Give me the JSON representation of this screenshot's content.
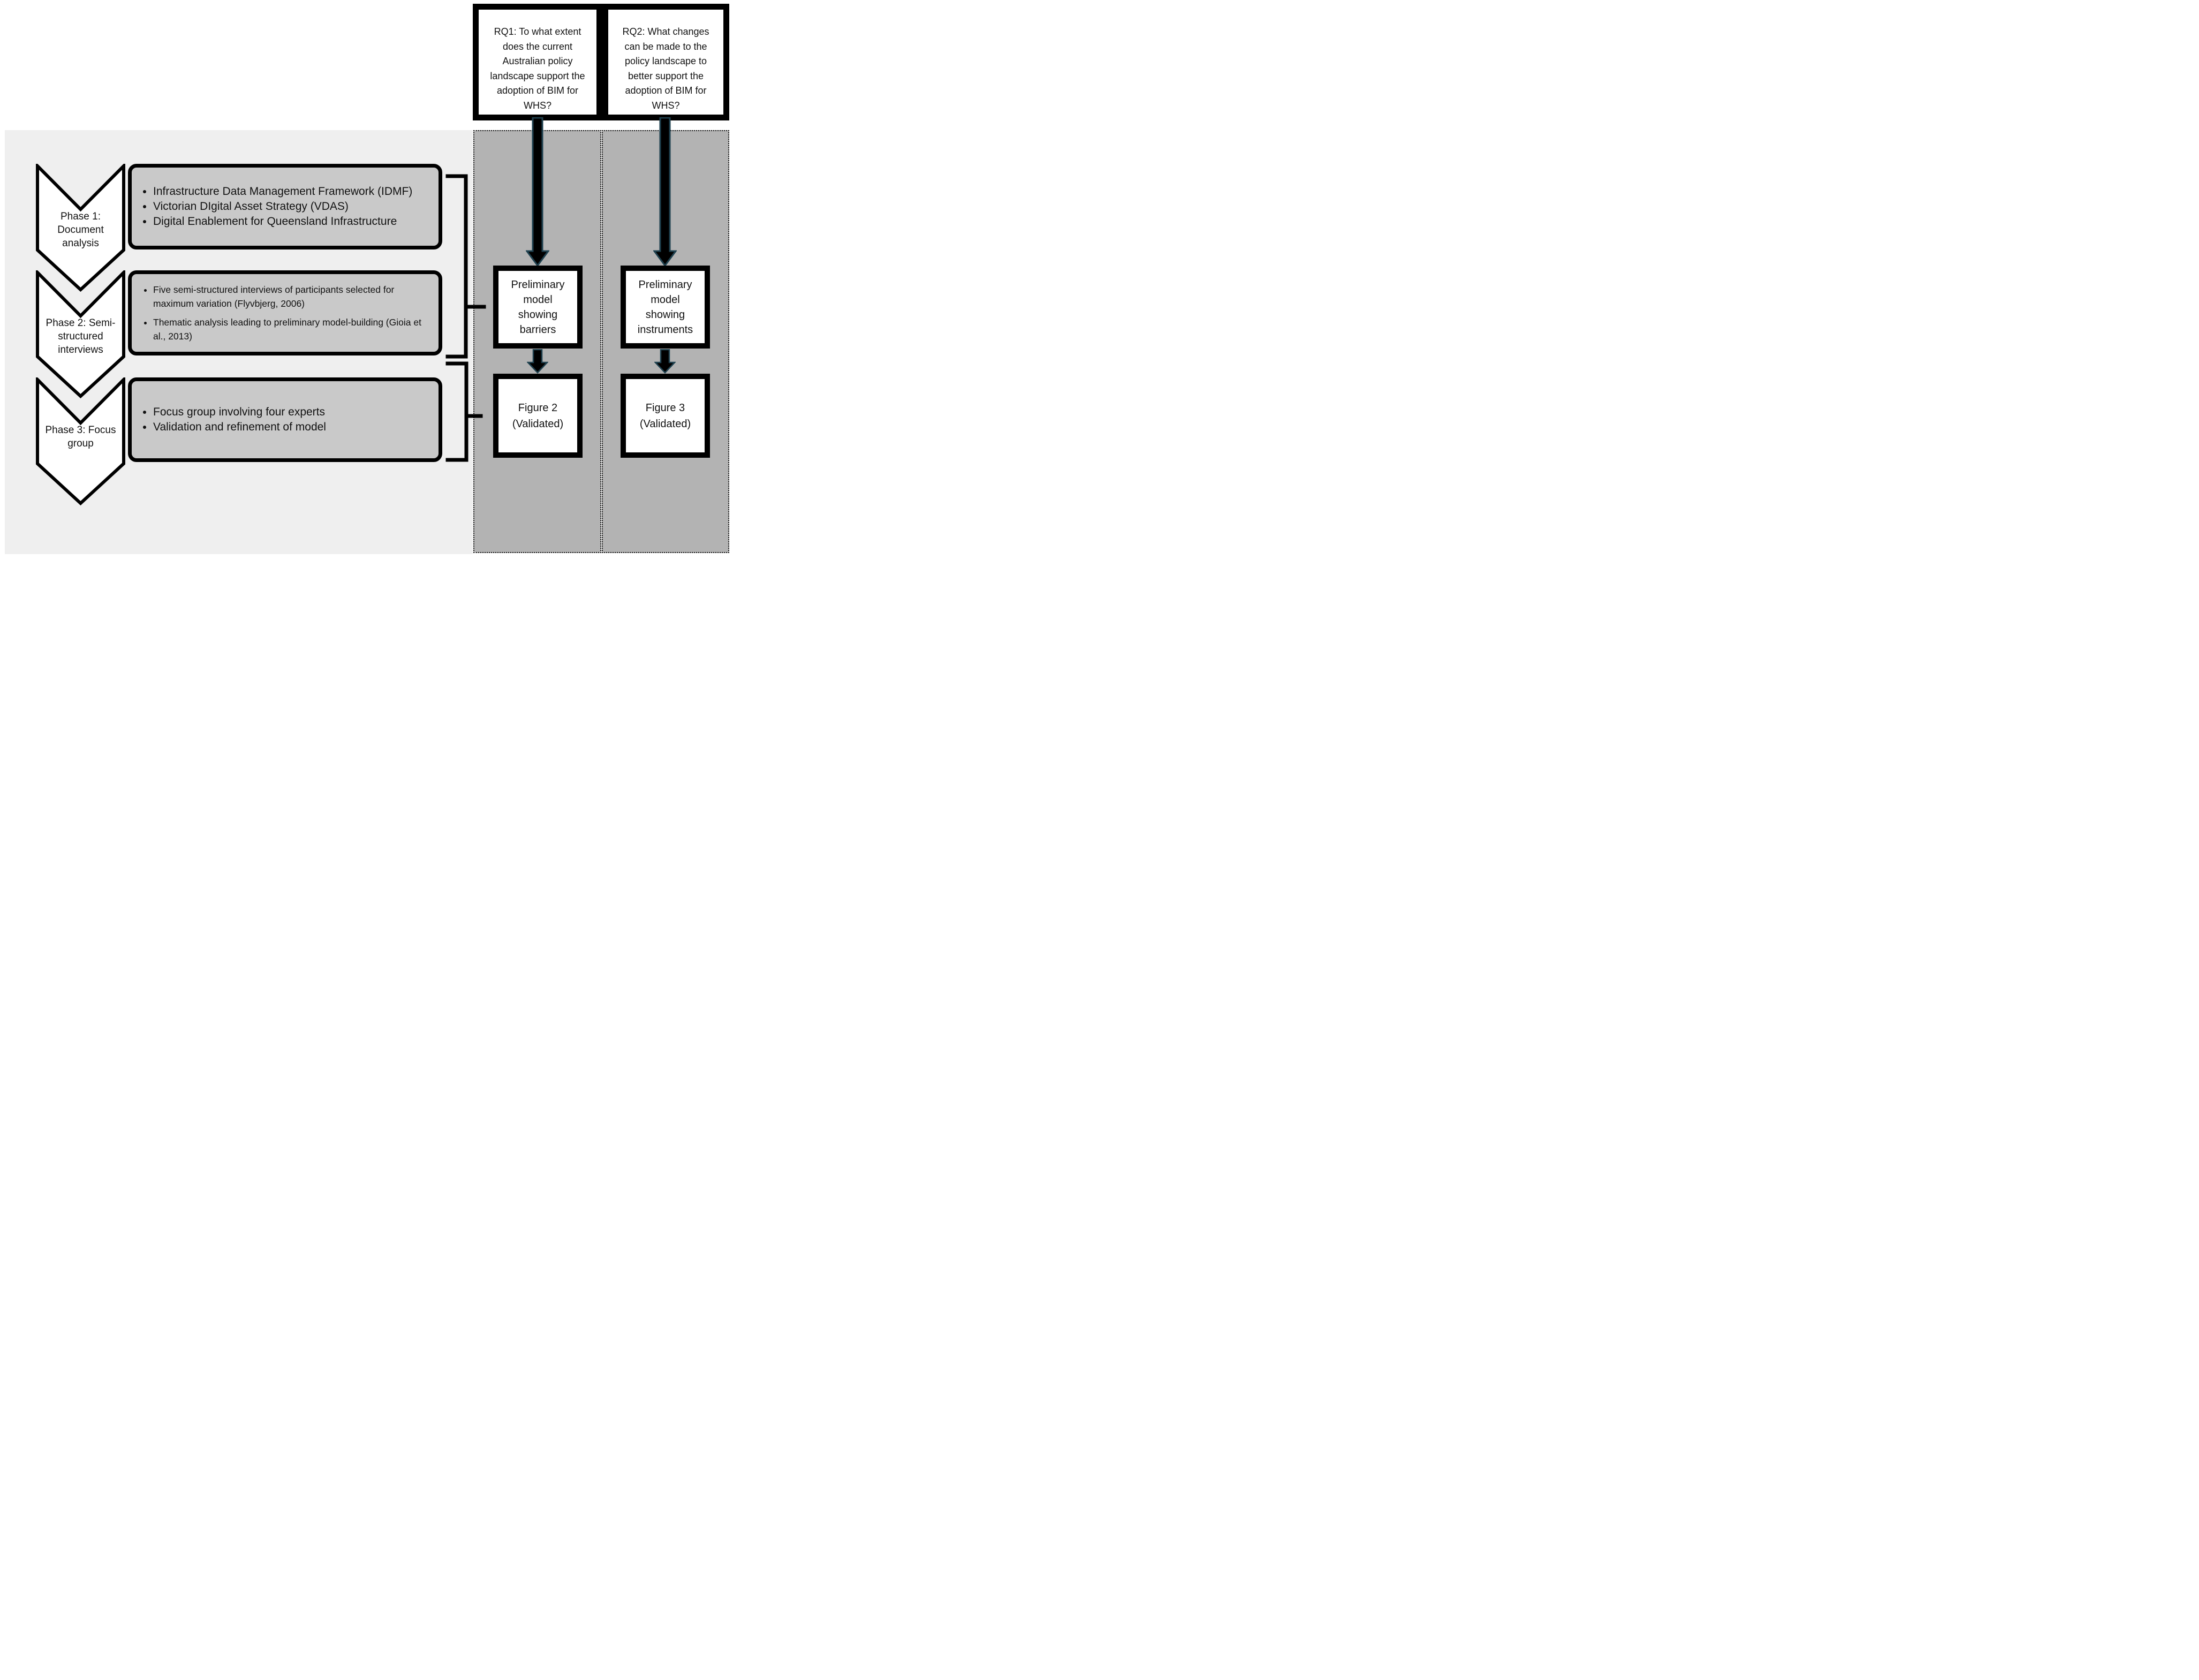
{
  "colors": {
    "panel_bg": "#efefef",
    "phase_box_fill": "#c9c9c9",
    "column_fill": "#b3b3b3",
    "box_border": "#000000",
    "arrow_fill": "#000000",
    "arrow_outline": "#1f414f",
    "chevron_fill": "#ffffff"
  },
  "left_panel": {
    "phases": [
      {
        "label_lines": [
          "Phase 1:",
          "Document",
          "analysis"
        ],
        "bullets": [
          "Infrastructure Data Management Framework (IDMF)",
          "Victorian DIgital Asset Strategy (VDAS)",
          "Digital Enablement for Queensland Infrastructure"
        ]
      },
      {
        "label_lines": [
          "Phase 2: Semi-",
          "structured",
          "interviews"
        ],
        "bullets": [
          "Five semi-structured interviews of participants selected for maximum variation (Flyvbjerg, 2006)",
          "Thematic analysis leading to preliminary model-building (Gioia et al., 2013)"
        ]
      },
      {
        "label_lines": [
          "Phase 3: Focus",
          "group"
        ],
        "bullets": [
          "Focus group involving four experts",
          "Validation and refinement of model"
        ]
      }
    ]
  },
  "research_questions": [
    {
      "lines": [
        "RQ1: To what extent",
        "does the current",
        "Australian policy",
        "landscape support the",
        "adoption of BIM for",
        "WHS?"
      ]
    },
    {
      "lines": [
        "RQ2: What changes",
        "can be made to the",
        "policy landscape to",
        "better support the",
        "adoption of BIM for",
        "WHS?"
      ]
    }
  ],
  "columns": [
    {
      "model_box_lines": [
        "Preliminary",
        "model",
        "showing",
        "barriers"
      ],
      "figure_box_lines": [
        "Figure 2",
        "(Validated)"
      ]
    },
    {
      "model_box_lines": [
        "Preliminary",
        "model",
        "showing",
        "instruments"
      ],
      "figure_box_lines": [
        "Figure 3",
        "(Validated)"
      ]
    }
  ]
}
